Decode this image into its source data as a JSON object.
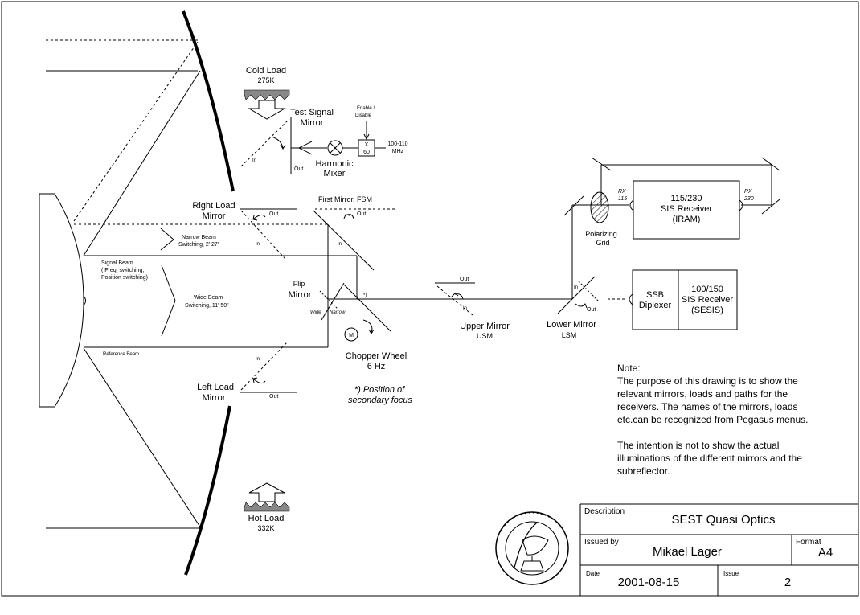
{
  "cold_load": {
    "name": "Cold Load",
    "temp": "275K"
  },
  "hot_load": {
    "name": "Hot Load",
    "temp": "332K"
  },
  "test_signal_mirror": {
    "line1": "Test Signal",
    "line2": "Mirror",
    "out": "Out",
    "in": "In"
  },
  "harmonic_mixer": {
    "line1": "Harmonic",
    "line2": "Mixer"
  },
  "multiplier": {
    "x_label": "X",
    "factor": "60"
  },
  "source": {
    "enable": "Enable /",
    "disable": "Disable",
    "freq1": "100-110",
    "freq2": "MHz"
  },
  "right_load_mirror": {
    "line1": "Right Load",
    "line2": "Mirror",
    "out": "Out",
    "in": "In"
  },
  "left_load_mirror": {
    "line1": "Left Load",
    "line2": "Mirror",
    "out": "Out",
    "in": "In"
  },
  "first_mirror": {
    "label": "First Mirror, FSM",
    "out": "Out",
    "in": "In"
  },
  "narrow_beam": {
    "line1": "Narrow Beam",
    "line2": "Switching, 2' 27\""
  },
  "signal_beam": {
    "line1": "Signal Beam",
    "line2": "( Freq. switching,",
    "line3": "Position switching)"
  },
  "wide_beam": {
    "line1": "Wide Beam",
    "line2": "Switching, 11' 50\""
  },
  "reference_beam": {
    "label": "Reference Beam"
  },
  "flip_mirror": {
    "line1": "Flip",
    "line2": "Mirror",
    "wide": "Wide",
    "narrow": "Narrow"
  },
  "focus_marker": "*)",
  "chopper_wheel": {
    "line1": "Chopper Wheel",
    "line2": "6 Hz",
    "motor": "M"
  },
  "secondary_focus": {
    "line1": "*) Position of",
    "line2": "secondary focus"
  },
  "upper_mirror": {
    "line1": "Upper Mirror",
    "line2": "USM",
    "out": "Out",
    "in": "In"
  },
  "lower_mirror": {
    "line1": "Lower Mirror",
    "line2": "LSM",
    "out": "Out",
    "in": "In"
  },
  "polarizing_grid": {
    "line1": "Polarizing",
    "line2": "Grid"
  },
  "receiver_iram": {
    "line1": "115/230",
    "line2": "SIS Receiver",
    "line3": "(IRAM)",
    "rx115_a": "RX",
    "rx115_b": "115",
    "rx230_a": "RX",
    "rx230_b": "230"
  },
  "ssb_diplexer": {
    "line1": "SSB",
    "line2": "Diplexer"
  },
  "receiver_sesis": {
    "line1": "100/150",
    "line2": "SIS Receiver",
    "line3": "(SESIS)"
  },
  "note": {
    "title": "Note:",
    "para1_lines": [
      "The purpose of this drawing is to show the",
      "relevant mirrors, loads and paths for the",
      "receivers. The names of the mirrors, loads",
      "etc.can be recognized from Pegasus menus."
    ],
    "para2_lines": [
      "The intention is not to show the actual",
      "illuminations of the different mirrors and the",
      "subreflector."
    ]
  },
  "title_block": {
    "description_label": "Description",
    "description": "SEST Quasi Optics",
    "issued_by_label": "Issued by",
    "issued_by": "Mikael Lager",
    "format_label": "Format",
    "format": "A4",
    "date_label": "Date",
    "date": "2001-08-15",
    "issue_label": "Issue",
    "issue": "2"
  }
}
